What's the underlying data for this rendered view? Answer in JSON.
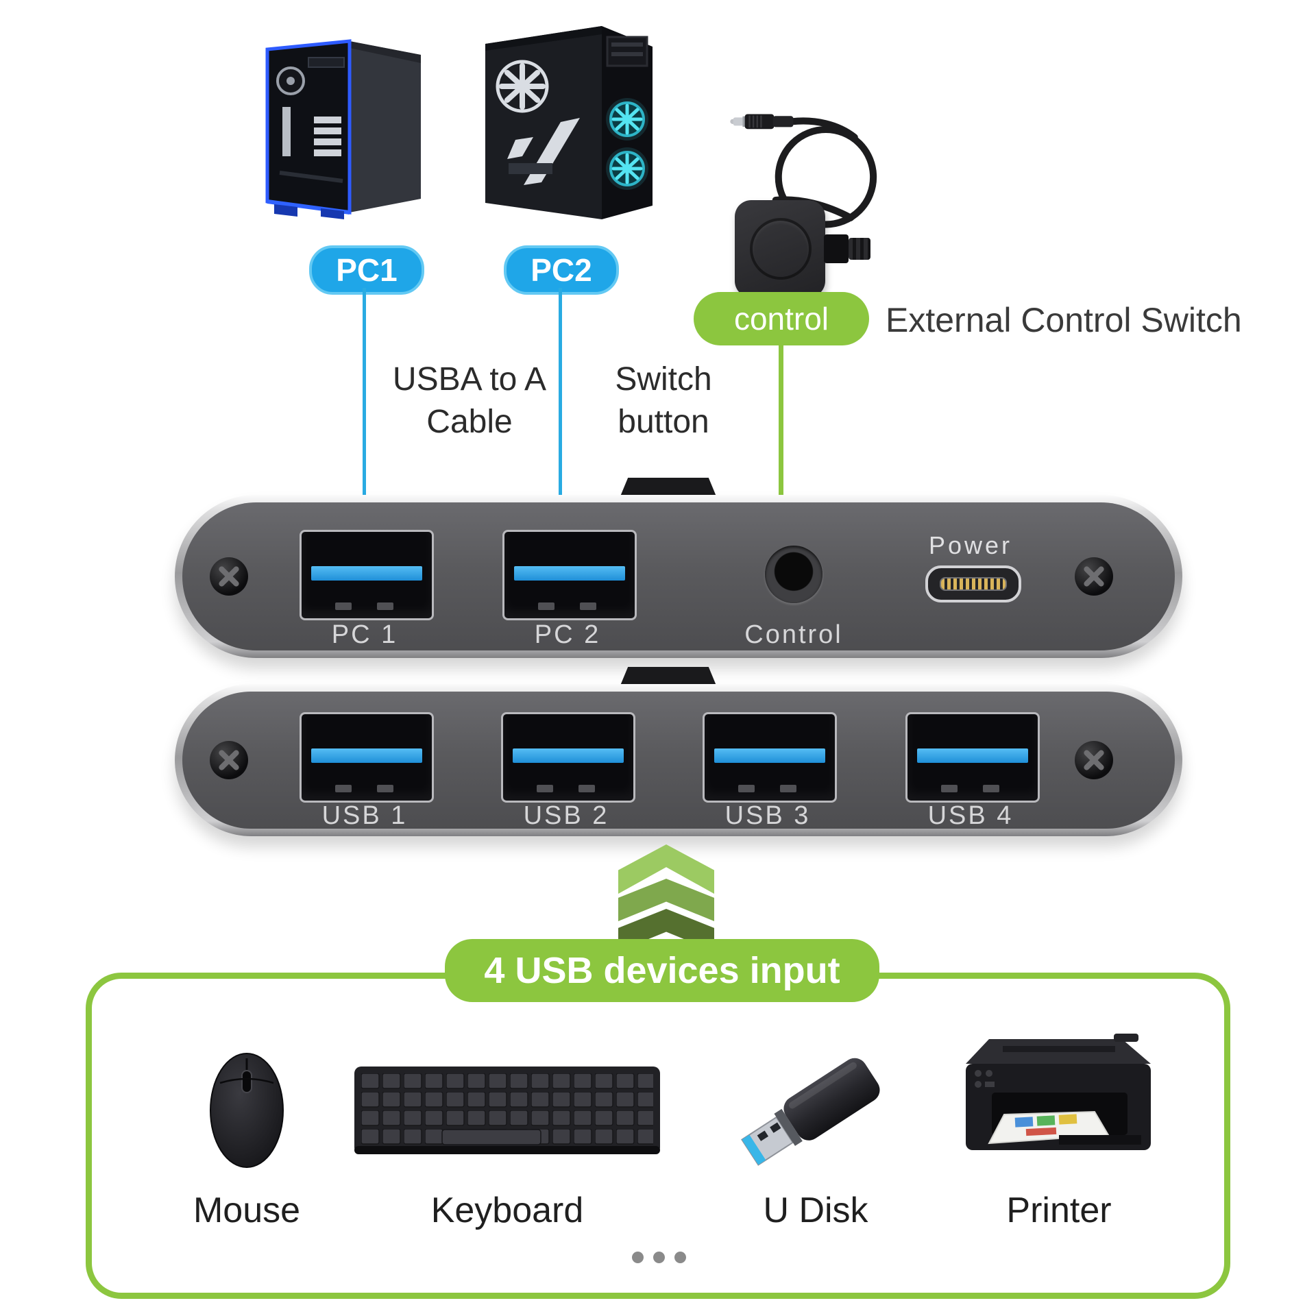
{
  "badges": {
    "pc1": "PC1",
    "pc2": "PC2",
    "control": "control"
  },
  "labels": {
    "cable_line1": "USBA to A",
    "cable_line2": "Cable",
    "switch_line1": "Switch",
    "switch_line2": "button",
    "external_switch": "External Control Switch",
    "devices_input": "4 USB devices input"
  },
  "switch_top_panel": {
    "port1": "PC 1",
    "port2": "PC 2",
    "control": "Control",
    "power": "Power"
  },
  "switch_bottom_panel": {
    "ports": [
      "USB 1",
      "USB 2",
      "USB 3",
      "USB 4"
    ]
  },
  "peripherals": [
    {
      "label": "Mouse"
    },
    {
      "label": "Keyboard"
    },
    {
      "label": "U Disk"
    },
    {
      "label": "Printer"
    }
  ],
  "icons": {
    "pc_tower_1": "desktop-tower-blue-trim",
    "pc_tower_2": "desktop-tower-cyan-fans",
    "external_switch_remote": "wired-remote-button",
    "audio_jack_plug": "3.5mm-jack-plug",
    "usb_a_port": "usb-a-port",
    "usb_c_port": "usb-c-power-port",
    "audio_jack_socket": "3.5mm-jack-socket",
    "screw": "phillips-screw",
    "switch_button_tab": "physical-switch-button",
    "arrow_up": "triple-chevron-up",
    "mouse": "computer-mouse",
    "keyboard": "computer-keyboard",
    "u_disk": "usb-flash-drive",
    "printer": "inkjet-printer",
    "more": "ellipsis-dots"
  },
  "colors": {
    "accent_blue": "#29ABE2",
    "accent_green": "#8CC63F",
    "bar_face": "#58585B",
    "port_tongue_blue": "#2D9CDB",
    "label_light": "#D6D6D8",
    "text_dark": "#2B2B2B"
  }
}
